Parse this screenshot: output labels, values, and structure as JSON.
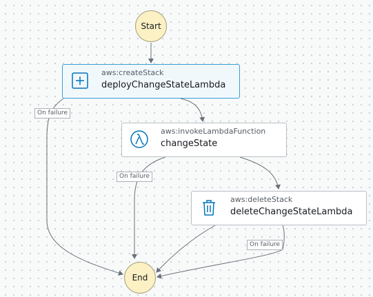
{
  "start": {
    "label": "Start"
  },
  "end": {
    "label": "End"
  },
  "states": [
    {
      "api": "aws:createStack",
      "name": "deployChangeStateLambda",
      "icon": "plus-square-icon"
    },
    {
      "api": "aws:invokeLambdaFunction",
      "name": "changeState",
      "icon": "lambda-icon"
    },
    {
      "api": "aws:deleteStack",
      "name": "deleteChangeStateLambda",
      "icon": "trash-icon"
    }
  ],
  "edges": {
    "failure_label": "On failure"
  },
  "colors": {
    "accent": "#0073bb",
    "node_fill": "#fbf1c4",
    "edge": "#687078",
    "selected_border": "#3a9fd6"
  }
}
